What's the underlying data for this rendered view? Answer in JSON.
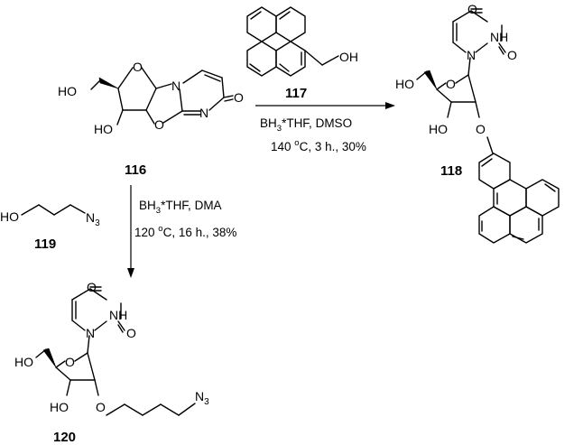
{
  "compounds": {
    "c116": "116",
    "c117": "117",
    "c118": "118",
    "c119": "119",
    "c120": "120"
  },
  "atoms": {
    "ho": "HO",
    "oh": "OH",
    "o": "O",
    "n": "N",
    "nh": "NH",
    "n3_main": "N",
    "n3_sub": "3"
  },
  "conditions": {
    "top": {
      "line1_bh": "BH",
      "line1_sub": "3",
      "line1_rest": "*THF, DMSO",
      "line2_a": "140 ",
      "line2_sup": "o",
      "line2_b": "C, 3 h., 30%"
    },
    "down": {
      "line1_bh": "BH",
      "line1_sub": "3",
      "line1_rest": "*THF, DMA",
      "line2_a": "120 ",
      "line2_sup": "o",
      "line2_b": "C, 16 h., 38%"
    }
  }
}
